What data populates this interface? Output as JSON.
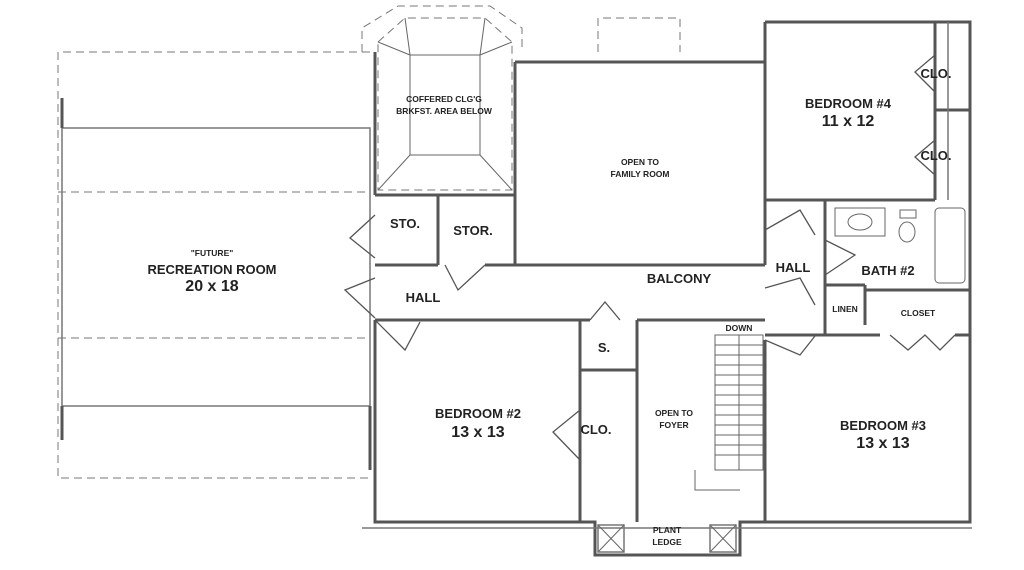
{
  "rooms": {
    "bedroom4": {
      "name": "BEDROOM #4",
      "size": "11 x 12"
    },
    "bedroom2": {
      "name": "BEDROOM #2",
      "size": "13 x 13"
    },
    "bedroom3": {
      "name": "BEDROOM #3",
      "size": "13 x 13"
    },
    "recreation": {
      "note": "\"FUTURE\"",
      "name": "RECREATION ROOM",
      "size": "20 x 18"
    }
  },
  "labels": {
    "coffered_line1": "COFFERED CLG'G",
    "coffered_line2": "BRKFST. AREA BELOW",
    "open_family_line1": "OPEN TO",
    "open_family_line2": "FAMILY ROOM",
    "open_foyer_line1": "OPEN TO",
    "open_foyer_line2": "FOYER",
    "sto": "STO.",
    "stor": "STOR.",
    "hall_left": "HALL",
    "hall_right": "HALL",
    "balcony": "BALCONY",
    "down": "DOWN",
    "s": "S.",
    "clo_bed2": "CLO.",
    "clo_top": "CLO.",
    "clo_mid": "CLO.",
    "bath2": "BATH #2",
    "linen": "LINEN",
    "closet": "CLOSET",
    "plant_line1": "PLANT",
    "plant_line2": "LEDGE"
  }
}
